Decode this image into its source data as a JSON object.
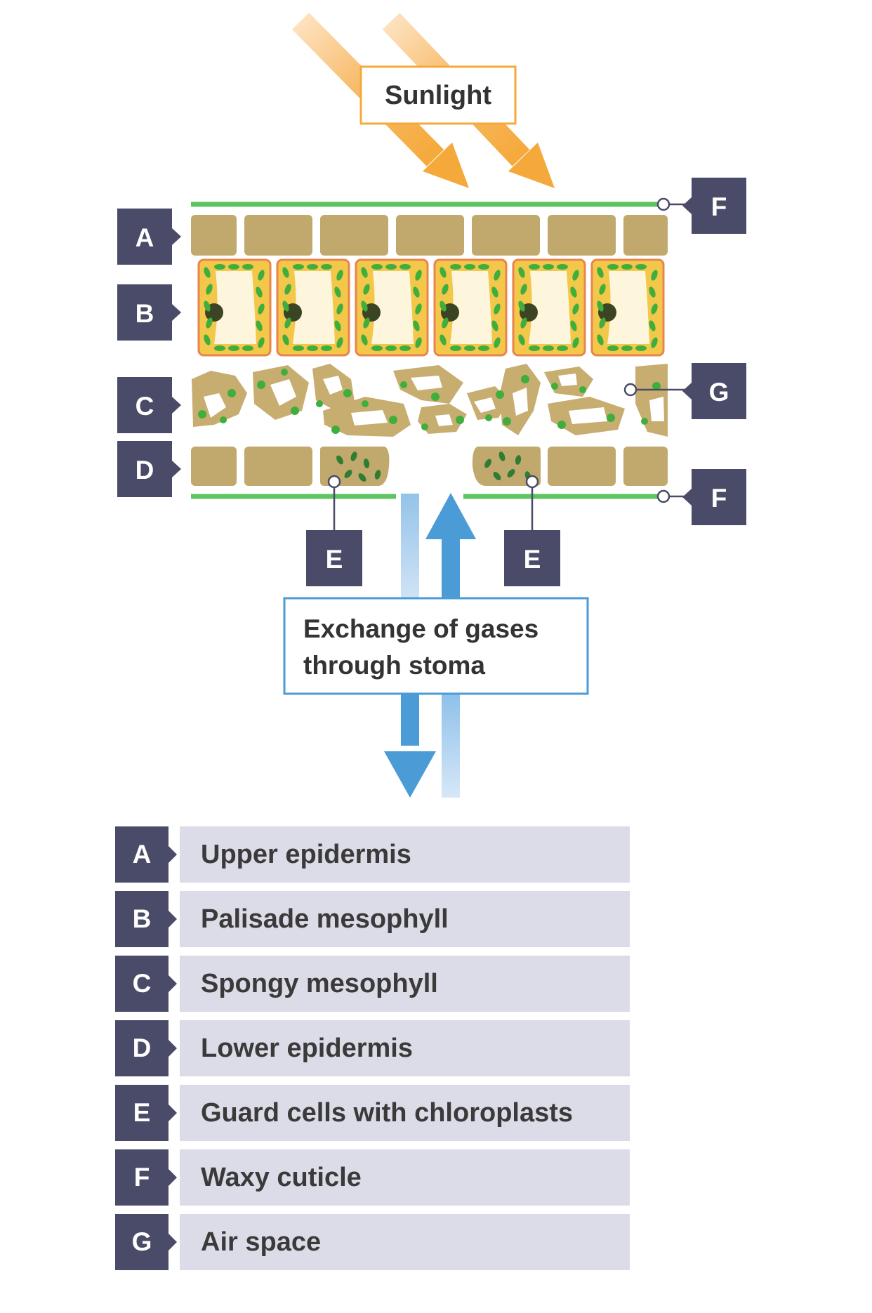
{
  "sunlight_label": "Sunlight",
  "gas_exchange_label": [
    "Exchange of gases",
    "through stoma"
  ],
  "callouts": {
    "A": "A",
    "B": "B",
    "C": "C",
    "D": "D",
    "E_left": "E",
    "E_right": "E",
    "F_top": "F",
    "F_bottom": "F",
    "G": "G"
  },
  "legend": [
    {
      "letter": "A",
      "text": "Upper epidermis"
    },
    {
      "letter": "B",
      "text": "Palisade mesophyll"
    },
    {
      "letter": "C",
      "text": "Spongy mesophyll"
    },
    {
      "letter": "D",
      "text": "Lower epidermis"
    },
    {
      "letter": "E",
      "text": "Guard cells with chloroplasts"
    },
    {
      "letter": "F",
      "text": "Waxy cuticle"
    },
    {
      "letter": "G",
      "text": "Air space"
    }
  ],
  "colors": {
    "cuticle": "#5cc55f",
    "epidermis": "#c1a96e",
    "chloroplast": "#3fae3c",
    "badge": "#4a4b68",
    "sunlight_arrow": "#f5a93a",
    "gas_arrow": "#4a9bd6"
  }
}
